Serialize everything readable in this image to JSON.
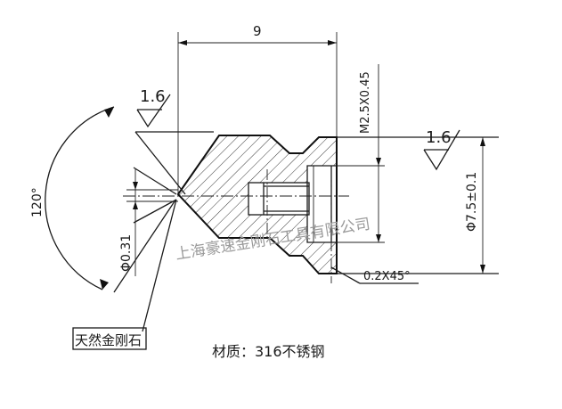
{
  "dimensions": {
    "length": "9",
    "thread": "M2.5X0.45",
    "outer_diameter": "Φ7.5±0.1",
    "tip_diameter": "Φ0.31",
    "angle": "120°",
    "chamfer": "0.2X45°"
  },
  "roughness": {
    "left": "1.6",
    "right": "1.6"
  },
  "labels": {
    "diamond": "天然金刚石",
    "material": "材质：316不锈钢"
  },
  "watermark": {
    "part1": "上海豪速金刚石工具有限公司"
  }
}
